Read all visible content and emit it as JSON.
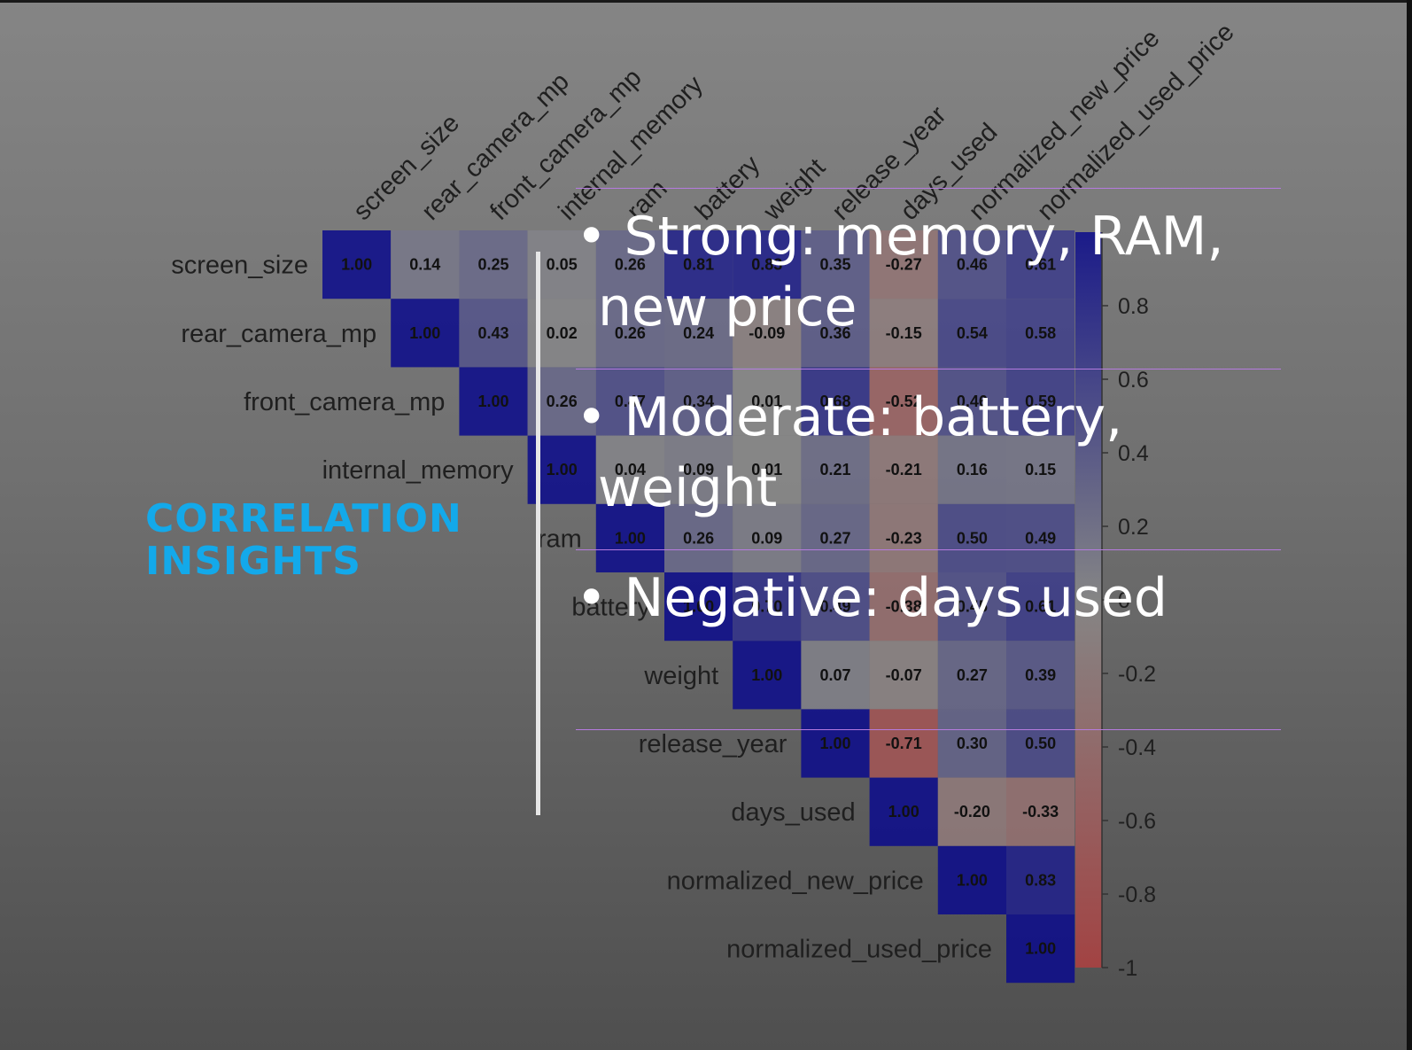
{
  "slide": {
    "title_lines": [
      "CORRELATION",
      "INSIGHTS"
    ],
    "bullets": [
      "• Strong: memory, RAM, new price",
      "• Moderate: battery, weight",
      "• Negative: days used"
    ],
    "colors": {
      "title": "#13a9ea",
      "bullet_text": "#ffffff",
      "separator": "#b67be0",
      "divider": "#e6e6e6"
    }
  },
  "chart_data": {
    "type": "heatmap",
    "variables": [
      "screen_size",
      "rear_camera_mp",
      "front_camera_mp",
      "internal_memory",
      "ram",
      "battery",
      "weight",
      "release_year",
      "days_used",
      "normalized_new_price",
      "normalized_used_price"
    ],
    "matrix": [
      [
        1.0,
        0.14,
        0.25,
        0.05,
        0.26,
        0.81,
        0.83,
        0.35,
        -0.27,
        0.46,
        0.61
      ],
      [
        null,
        1.0,
        0.43,
        0.02,
        0.26,
        0.24,
        -0.09,
        0.36,
        -0.15,
        0.54,
        0.58
      ],
      [
        null,
        null,
        1.0,
        0.26,
        0.47,
        0.34,
        0.01,
        0.68,
        -0.52,
        0.46,
        0.59
      ],
      [
        null,
        null,
        null,
        1.0,
        0.04,
        0.09,
        0.01,
        0.21,
        -0.21,
        0.16,
        0.15
      ],
      [
        null,
        null,
        null,
        null,
        1.0,
        0.26,
        0.09,
        0.27,
        -0.23,
        0.5,
        0.49
      ],
      [
        null,
        null,
        null,
        null,
        null,
        1.0,
        0.7,
        0.49,
        -0.38,
        0.45,
        0.61
      ],
      [
        null,
        null,
        null,
        null,
        null,
        null,
        1.0,
        0.07,
        -0.07,
        0.27,
        0.39
      ],
      [
        null,
        null,
        null,
        null,
        null,
        null,
        null,
        1.0,
        -0.71,
        0.3,
        0.5
      ],
      [
        null,
        null,
        null,
        null,
        null,
        null,
        null,
        null,
        1.0,
        -0.2,
        -0.33
      ],
      [
        null,
        null,
        null,
        null,
        null,
        null,
        null,
        null,
        null,
        1.0,
        0.83
      ],
      [
        null,
        null,
        null,
        null,
        null,
        null,
        null,
        null,
        null,
        null,
        1.0
      ]
    ],
    "color_range": [
      -1,
      1
    ],
    "colorbar_ticks": [
      "0.8",
      "0.6",
      "0.4",
      "0.2",
      "0",
      "-0.2",
      "-0.4",
      "-0.6",
      "-0.8",
      "-1"
    ],
    "colorbar_values": [
      0.8,
      0.6,
      0.4,
      0.2,
      0,
      -0.2,
      -0.4,
      -0.6,
      -0.8,
      -1
    ],
    "colors": {
      "positive": "#0a0a8c",
      "negative": "#b04040",
      "neutral": "#8a8a8a"
    },
    "legend": "right"
  }
}
